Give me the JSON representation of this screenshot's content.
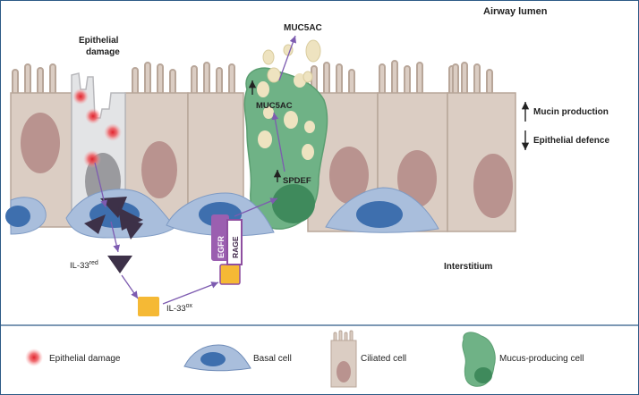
{
  "labels": {
    "airway_lumen": "Airway lumen",
    "epithelial_damage_title_1": "Epithelial",
    "epithelial_damage_title_2": "damage",
    "muc5ac_top": "MUC5AC",
    "muc5ac_cell": "MUC5AC",
    "spdef": "SPDEF",
    "mucin_production": "Mucin production",
    "epithelial_defence": "Epithelial defence",
    "egfr": "EGFR",
    "rage": "RAGE",
    "interstitium": "Interstitium",
    "il33_red_base": "IL-33",
    "il33_red_sup": "red",
    "il33_ox_base": "IL-33",
    "il33_ox_sup": "ox"
  },
  "legend": {
    "epithelial_damage": "Epithelial damage",
    "basal_cell": "Basal cell",
    "ciliated_cell": "Ciliated cell",
    "mucus_producing_cell": "Mucus-producing cell"
  },
  "colors": {
    "frame": "#2d5a86",
    "ciliated_fill": "#dbcdc3",
    "ciliated_stroke": "#b8a699",
    "nucleus": "#b9938f",
    "damaged_cell": "#e3e4e6",
    "basal_fill": "#a9bedc",
    "basal_nucleus": "#3e6fae",
    "mucus_fill": "#6fb286",
    "mucus_nucleus": "#3f8a5c",
    "granule": "#eee3c0",
    "il33_red": "#3d3148",
    "il33_ox": "#f5b935",
    "receptor": "#8e4fa0",
    "arrow": "#7d5bb0",
    "damage_red": "#e0232d"
  }
}
